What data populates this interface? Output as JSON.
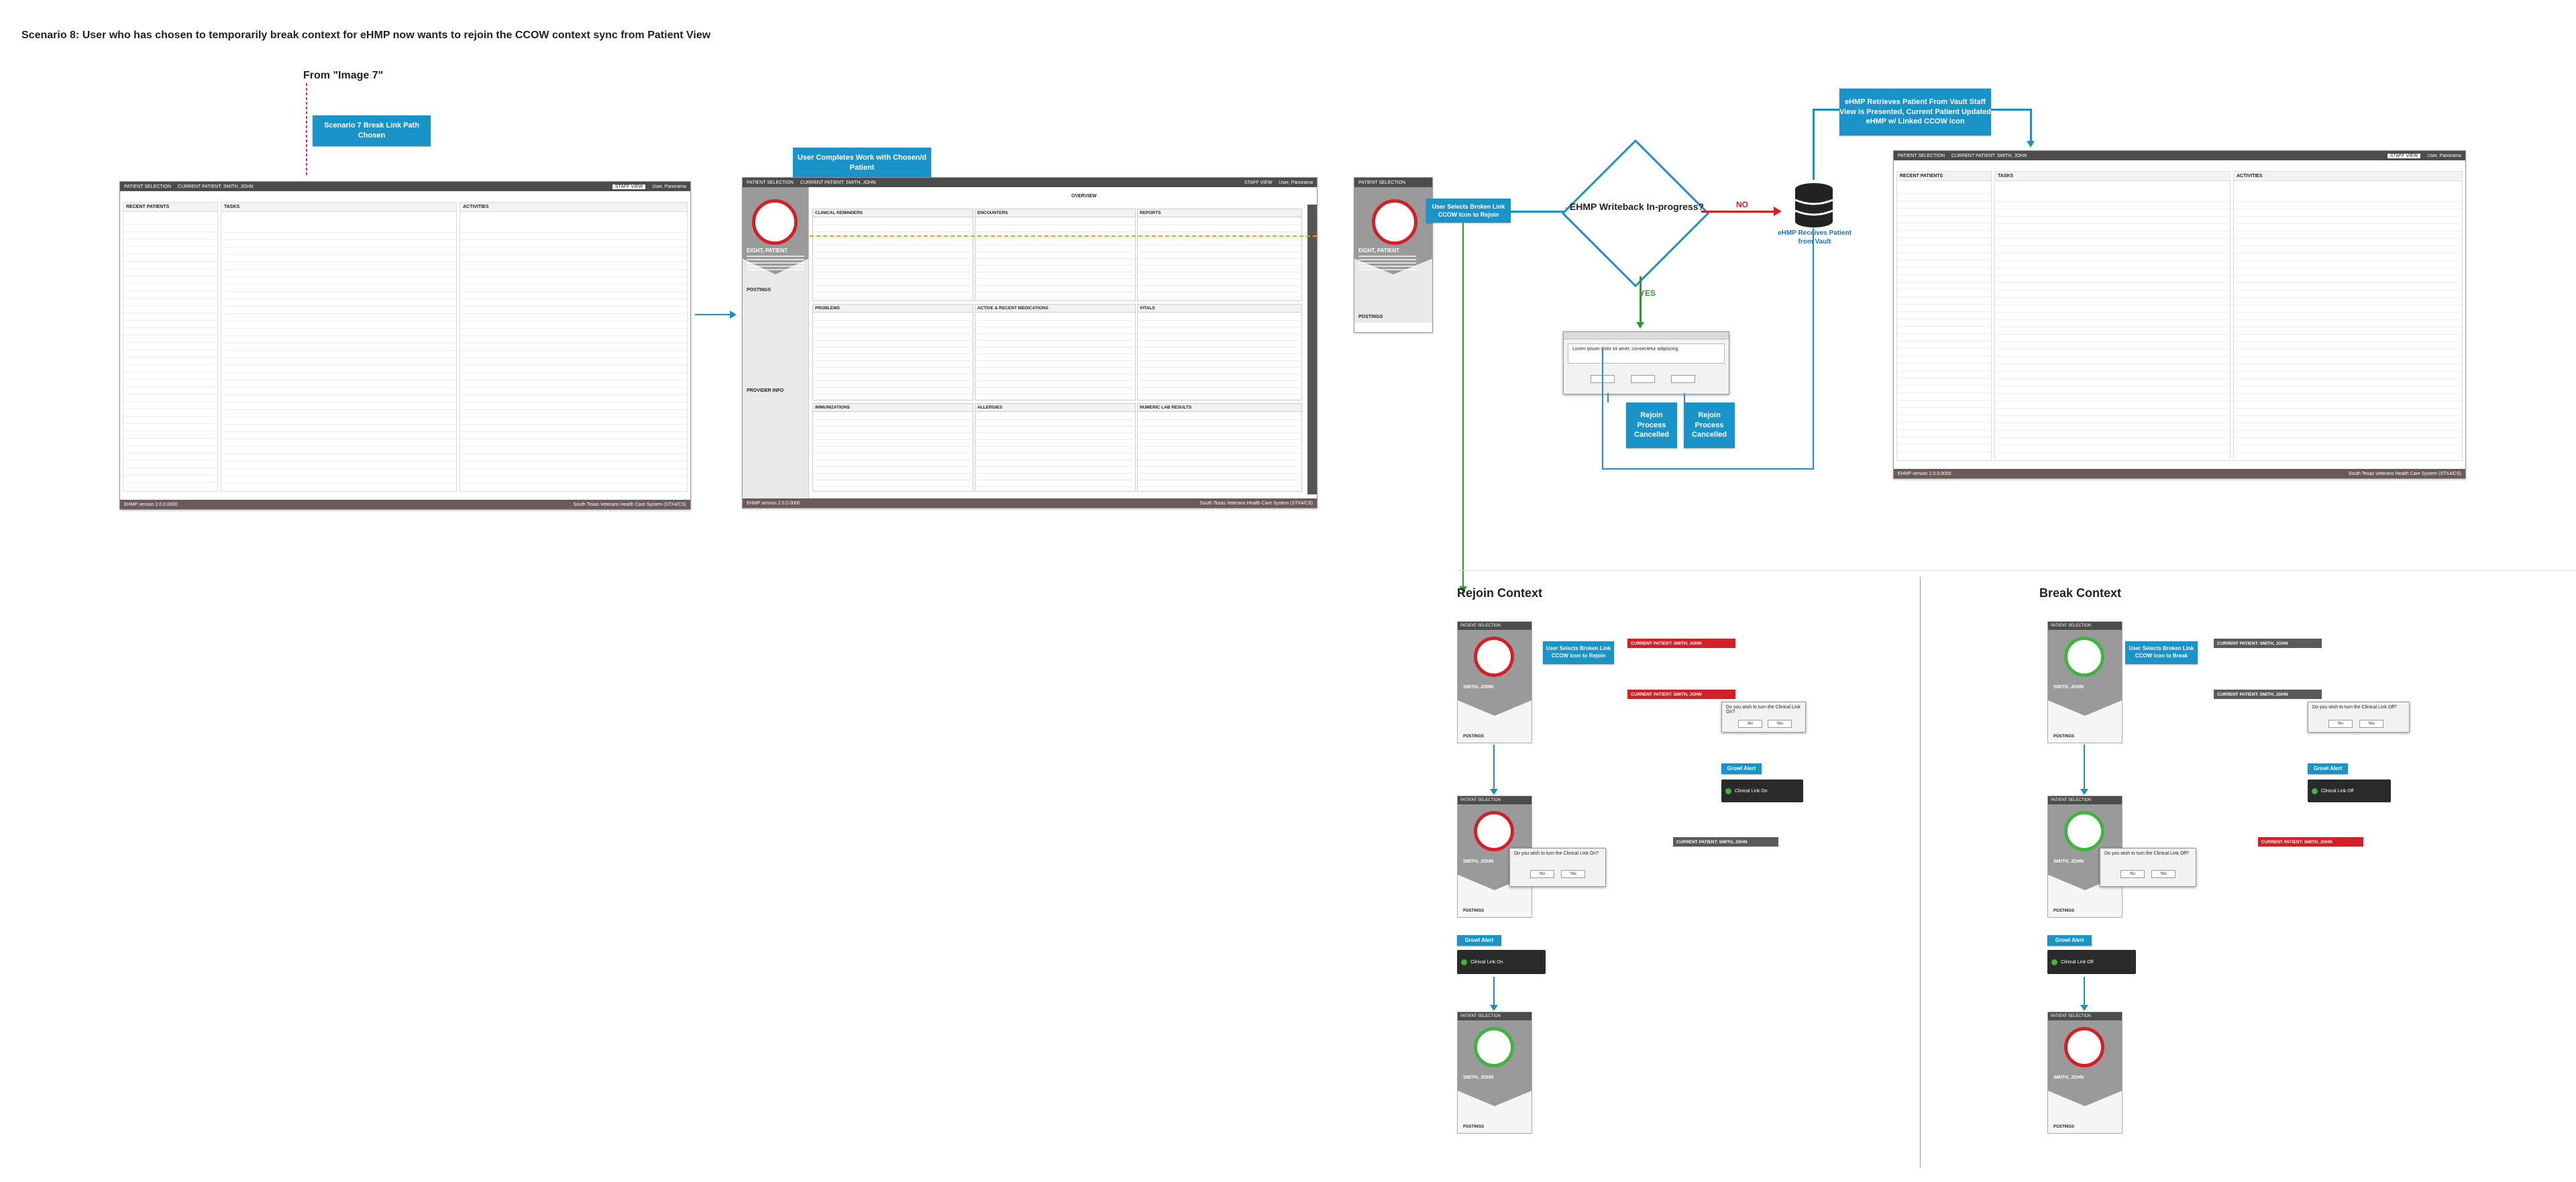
{
  "title": "Scenario 8: User who has chosen to temporarily break context for eHMP now wants to rejoin the CCOW context sync from Patient View",
  "from_label": "From \"Image 7\"",
  "callouts": {
    "break_link_chosen": "Scenario 7 Break Link Path Chosen",
    "complete_work": "User Completes Work with Chosen/d Patient",
    "select_broken_link": "User Selects Broken Link CCOW Icon to Rejoin",
    "ehmp_retrieves": "eHMP Retrieves Patient From Vault Staff View is Presented, Current Patient Updated eHMP w/ Linked CCOW Icon"
  },
  "decision": {
    "question": "EHMP Writeback In-progress?",
    "no": "NO",
    "yes": "YES"
  },
  "db_caption": "eHMP Receives Patient from Vault",
  "outcomes": {
    "cancel1": "Rejoin Process Cancelled",
    "cancel2": "Rejoin Process Cancelled"
  },
  "screens": {
    "patient_selection": "PATIENT SELECTION",
    "current_patient": "CURRENT PATIENT: SMITH, JOHN",
    "staff_view": "STAFF VIEW",
    "user": "User, Panorama",
    "recent_patients": "RECENT PATIENTS",
    "tasks": "TASKS",
    "activities": "ACTIVITIES",
    "footer_left": "EHMP version 2.0.0.0000",
    "footer_right": "South Texas Veterans Health Care System (STX4/CS)",
    "patient_name": "EIGHT, PATIENT",
    "postings": "POSTINGS",
    "provider_info": "PROVIDER INFO",
    "overview": "OVERVIEW",
    "clinical_reminders": "CLINICAL REMINDERS",
    "encounters": "ENCOUNTERS",
    "reports": "REPORTS",
    "problems": "PROBLEMS",
    "active_meds": "ACTIVE & RECENT MEDICATIONS",
    "vitals": "VITALS",
    "immunizations": "IMMUNIZATIONS",
    "allergies": "ALLERGIES",
    "lab_results": "NUMERIC LAB RESULTS"
  },
  "dialog_text": "Lorem ipsum dolor sit amet, consectetur adipiscing",
  "rejoin": {
    "title": "Rejoin Context",
    "patient": "SMITH, JOHN",
    "postings": "POSTINGS",
    "callout": "User Selects Broken Link CCOW Icon to Rejoin",
    "question": "Do you wish to turn the Clinical Link On?",
    "yes": "Yes",
    "no": "No",
    "growl": "Growl Alert",
    "toast": "Clinical Link On",
    "banner": "CURRENT PATIENT: SMITH, JOHN"
  },
  "break": {
    "title": "Break Context",
    "patient": "SMITH, JOHN",
    "postings": "POSTINGS",
    "callout": "User Selects Broken Link CCOW Icon to Break",
    "question": "Do you wish to turn the Clinical Link Off?",
    "yes": "Yes",
    "no": "No",
    "growl": "Growl Alert",
    "toast": "Clinical Link Off",
    "banner": "CURRENT PATIENT: SMITH, JOHN"
  },
  "colors": {
    "accent": "#1a93c9",
    "alert_red": "#d32027",
    "ok_green": "#3fb53f",
    "connector": "#1d8fc6",
    "magenta": "#e01ca6"
  }
}
